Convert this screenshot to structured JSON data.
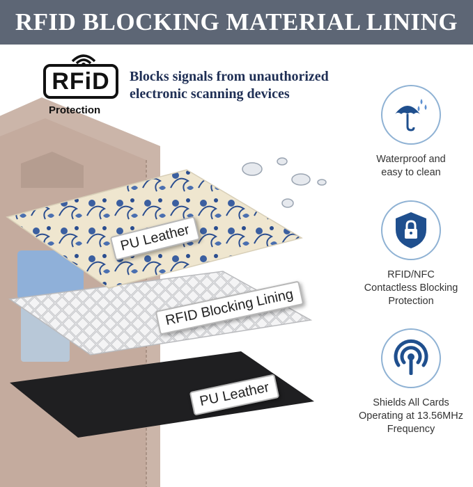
{
  "banner": {
    "title": "RFID BLOCKING MATERIAL LINING"
  },
  "rfid_logo": {
    "mark": "RFiD",
    "caption": "Protection"
  },
  "headline": {
    "line1": "Blocks signals from unauthorized",
    "line2": "electronic scanning devices"
  },
  "features": [
    {
      "icon": "umbrella-rain-icon",
      "label": "Waterproof and\neasy to clean"
    },
    {
      "icon": "shield-lock-icon",
      "label": "RFID/NFC\nContactless Blocking\nProtection"
    },
    {
      "icon": "signal-tower-icon",
      "label": "Shields All Cards\nOperating at 13.56MHz\nFrequency"
    }
  ],
  "layers": [
    {
      "label": "PU Leather"
    },
    {
      "label": "RFID Blocking Lining"
    },
    {
      "label": "PU Leather"
    }
  ],
  "colors": {
    "banner": "#5d6675",
    "accent_blue": "#1f4f8e",
    "circle_border": "#8fb2d4",
    "wallet": "#c9b3a7"
  }
}
